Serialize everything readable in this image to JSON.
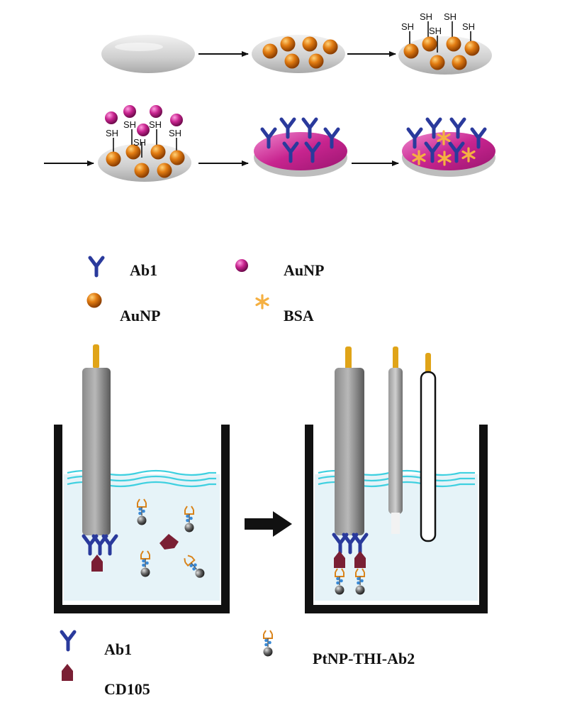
{
  "diagram": {
    "sh_label": "SH",
    "antibody_glyph": "Y",
    "bsa_glyph": "*"
  },
  "legend_top": {
    "ab1": "Ab1",
    "aunp_pink": "AuNP",
    "aunp_orange": "AuNP",
    "bsa": "BSA"
  },
  "legend_bottom": {
    "ab1": "Ab1",
    "cd105": "CD105",
    "ptnp": "PtNP-THI-Ab2"
  },
  "colors": {
    "electrode_gray": "#c9c9c9",
    "aunp_orange": "#d9720f",
    "aunp_pink": "#c8248f",
    "antibody_blue": "#2a3a9c",
    "bsa_yellow": "#f5b042",
    "cd105_maroon": "#7a1f34",
    "water": "#e6f3f8",
    "wave": "#3fd0e0"
  }
}
